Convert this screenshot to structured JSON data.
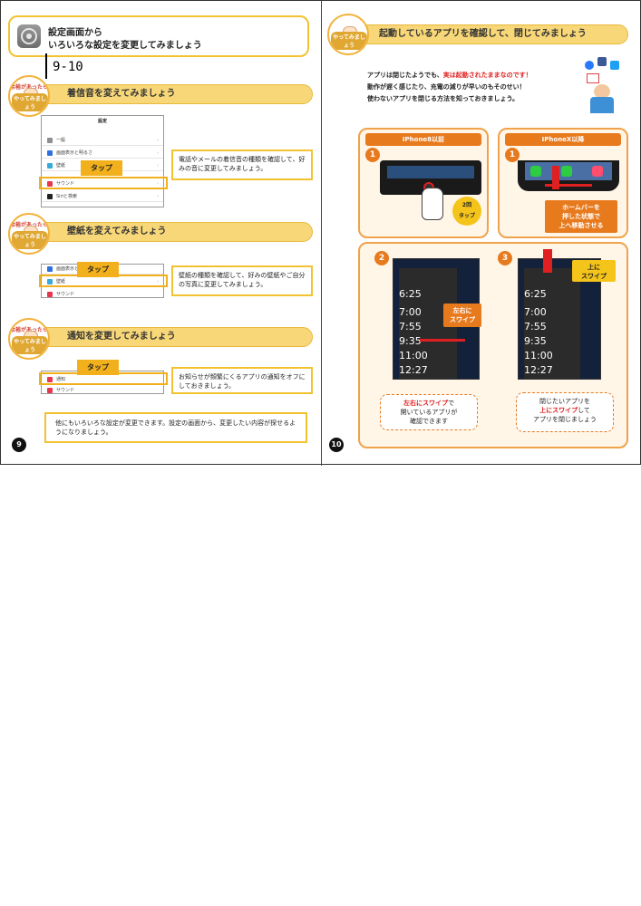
{
  "page_label": "9-10",
  "left": {
    "header": {
      "line1": "設定画面から",
      "line2": "いろいろな設定を変更してみましょう"
    },
    "badge_top": "余裕があったら",
    "badge_bottom": "やってみましょう",
    "sections": [
      {
        "title": "着信音を変えてみましょう",
        "tap": "タップ",
        "note": "電話やメールの着信音の種類を確認して、好みの音に変更してみましょう。"
      },
      {
        "title": "壁紙を変えてみましょう",
        "tap": "タップ",
        "note": "壁紙の種類を確認して、好みの壁紙やご自分の写真に変更してみましょう。"
      },
      {
        "title": "通知を変更してみましょう",
        "tap": "タップ",
        "note": "お知らせが頻繁にくるアプリの通知をオフにしておきましょう。"
      }
    ],
    "settings_mock": {
      "title": "設定",
      "rows": [
        "一般",
        "画面表示と明るさ",
        "壁紙",
        "サウンド",
        "Siriと検索"
      ]
    },
    "wallpaper_mock_rows": [
      "画面表示と明るさ",
      "壁紙",
      "サウンド"
    ],
    "notify_mock_rows": [
      "通知",
      "サウンド"
    ],
    "summary": "他にもいろいろな設定が変更できます。設定の画面から、変更したい内容が探せるようになりましょう。",
    "page_number": "9"
  },
  "right": {
    "header": "起動しているアプリを確認して、閉じてみましょう",
    "intro": {
      "part1": "アプリは閉じたようでも、",
      "part2_red": "実は起動されたままなのです！",
      "line2": "動作が遅く感じたり、充電の減りが早いのもそのせい！",
      "line3": "使わないアプリを閉じる方法を知っておきましょう。"
    },
    "iphone8": {
      "tab": "IPhone8以前",
      "step": "1",
      "callout": "2回\nタップ"
    },
    "iphonex": {
      "tab": "IPhoneX以降",
      "step": "1",
      "callout": "ホームバーを\n押した状態で\n上へ移動させる"
    },
    "step2": {
      "step": "2",
      "callout": "左右に\nスワイプ",
      "note_red": "左右にスワイプ",
      "note_rest": "で\n開いているアプリが\n確認できます"
    },
    "step3": {
      "step": "3",
      "callout": "上に\nスワイプ",
      "note_line1": "閉じたいアプリを",
      "note_red": "上にスワイプ",
      "note_line2": "して",
      "note_line3": "アプリを閉じましょう"
    },
    "times": [
      "6:25",
      "7:00",
      "7:55",
      "9:35",
      "11:00",
      "12:27"
    ],
    "page_number": "10"
  },
  "colors": {
    "yellow": "#f8d778",
    "orange": "#e87a1e",
    "red": "#e02020",
    "tap": "#f2b11c"
  }
}
